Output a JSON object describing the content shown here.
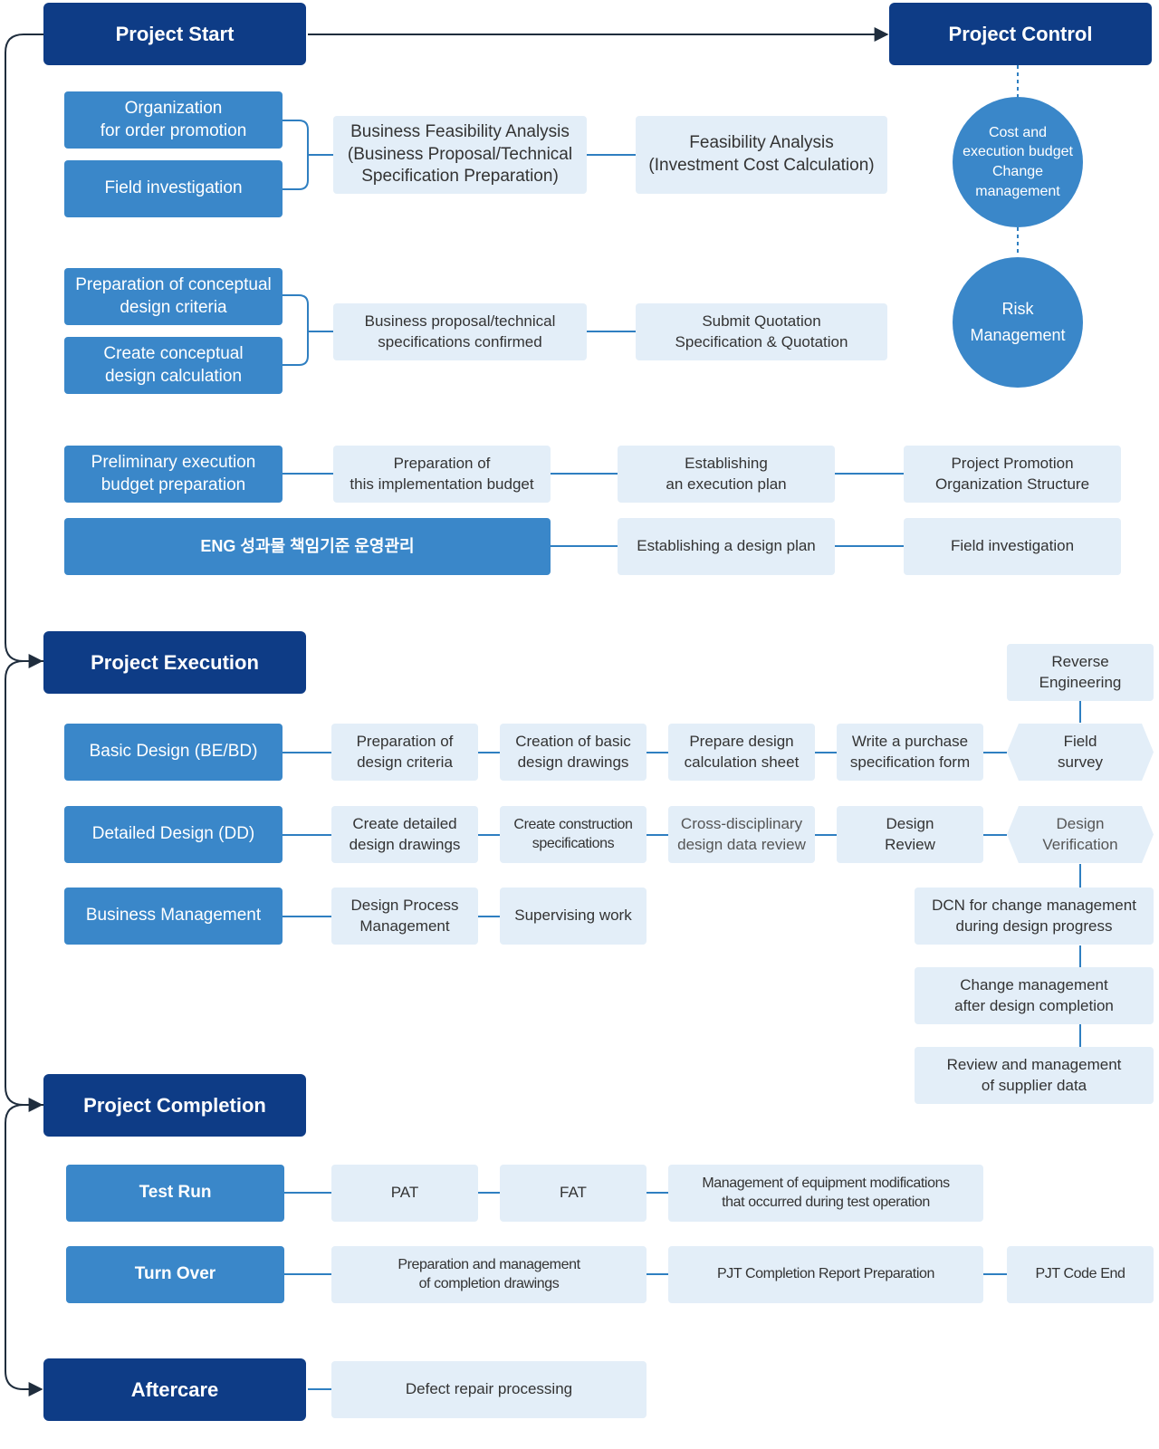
{
  "colors": {
    "phase": "#0e3c86",
    "sub": "#3a87c9",
    "item": "#e3eef8",
    "line": "#2f7fc1"
  },
  "phases": {
    "start": "Project Start",
    "control": "Project Control",
    "execution": "Project Execution",
    "completion": "Project Completion",
    "aftercare": "Aftercare"
  },
  "control": {
    "cost": "Cost and\nexecution budget\nChange\nmanagement",
    "risk": "Risk\nManagement"
  },
  "start": {
    "org": "Organization\nfor order promotion",
    "field1": "Field investigation",
    "bfa": "Business Feasibility Analysis\n(Business Proposal/Technical\nSpecification Preparation)",
    "fa": "Feasibility Analysis\n(Investment Cost Calculation)",
    "prep_crit": "Preparation of conceptual\ndesign criteria",
    "create_calc": "Create conceptual\ndesign calculation",
    "bp_confirmed": "Business proposal/technical\nspecifications confirmed",
    "submit_quote": "Submit Quotation\nSpecification & Quotation",
    "prelim": "Preliminary execution\nbudget preparation",
    "prep_impl": "Preparation of\nthis implementation budget",
    "exec_plan": "Establishing\nan execution plan",
    "org_struct": "Project Promotion\nOrganization Structure",
    "eng": "ENG 성과물 책임기준 운영관리",
    "design_plan": "Establishing a design plan",
    "field2": "Field investigation"
  },
  "execution": {
    "basic": "Basic Design (BE/BD)",
    "prep_design_crit": "Preparation of\ndesign criteria",
    "basic_drawings": "Creation of basic\ndesign drawings",
    "calc_sheet": "Prepare design\ncalculation sheet",
    "purchase_spec": "Write a purchase\nspecification form",
    "reverse": "Reverse\nEngineering",
    "field_survey": "Field\nsurvey",
    "detailed": "Detailed Design (DD)",
    "detailed_drawings": "Create detailed\ndesign drawings",
    "construction_specs": "Create construction\nspecifications",
    "cross_review": "Cross-disciplinary\ndesign data review",
    "design_review": "Design\nReview",
    "design_verif": "Design\nVerification",
    "business": "Business Management",
    "dpm": "Design Process\nManagement",
    "supervising": "Supervising work",
    "dcn": "DCN for change management\nduring design progress",
    "change_after": "Change management\nafter design completion",
    "supplier": "Review and management\nof supplier data"
  },
  "completion": {
    "test_run": "Test Run",
    "pat": "PAT",
    "fat": "FAT",
    "equip_mod": "Management of equipment modifications\nthat occurred during test operation",
    "turn_over": "Turn Over",
    "completion_drawings": "Preparation and management\nof completion drawings",
    "report": "PJT Completion Report Preparation",
    "code_end": "PJT Code End"
  },
  "aftercare": {
    "defect": "Defect repair processing"
  }
}
